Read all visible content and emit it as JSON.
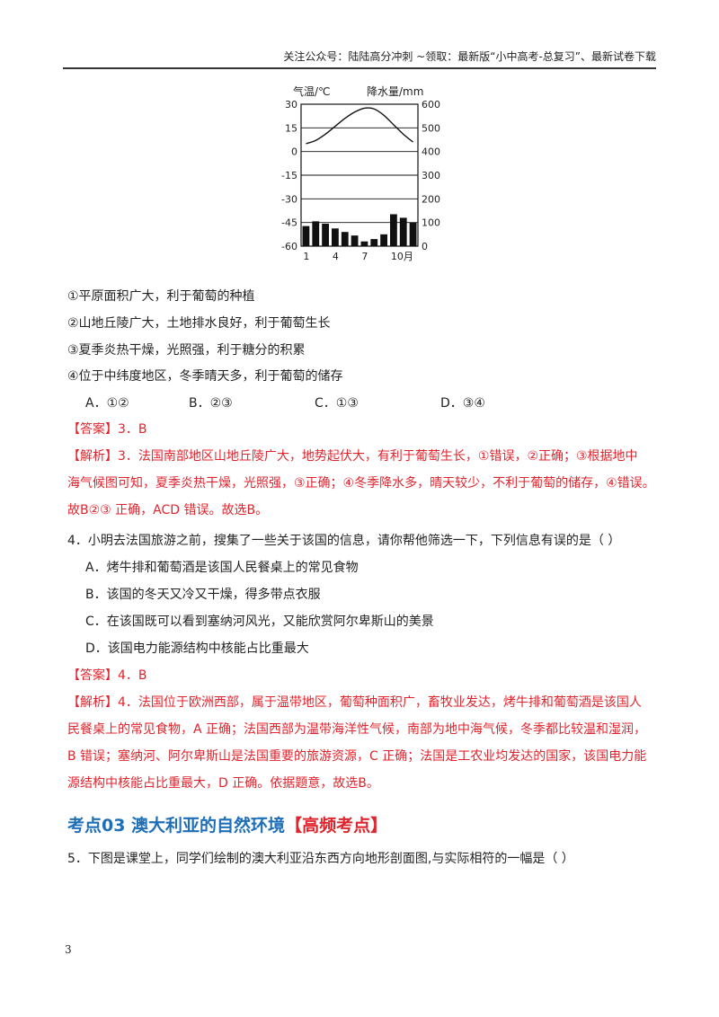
{
  "header": {
    "text": "关注公众号：陆陆高分冲刺 ~领取：最新版“小中高考-总复习”、最新试卷下载"
  },
  "chart_data": {
    "type": "bar+line",
    "left_axis_label": "气温/℃",
    "right_axis_label": "降水量/mm",
    "left_ticks": [
      30,
      15,
      0,
      -15,
      -30,
      -45,
      -60
    ],
    "right_ticks": [
      600,
      500,
      400,
      300,
      200,
      100,
      0
    ],
    "x_tick_labels": [
      "1",
      "4",
      "7",
      "10月"
    ],
    "ylim_temp": [
      -60,
      30
    ],
    "ylim_precip": [
      0,
      600
    ],
    "months": [
      1,
      2,
      3,
      4,
      5,
      6,
      7,
      8,
      9,
      10,
      11,
      12
    ],
    "temperature": [
      5,
      7,
      11,
      16,
      21,
      25,
      27.5,
      27,
      23,
      17,
      11,
      6
    ],
    "precipitation": [
      85,
      105,
      95,
      75,
      60,
      45,
      20,
      30,
      50,
      135,
      120,
      100
    ]
  },
  "q3": {
    "options": [
      "①平原面积广大，利于葡萄的种植",
      "②山地丘陵广大，土地排水良好，利于葡萄生长",
      "③夏季炎热干燥，光照强，利于糖分的积累",
      "④位于中纬度地区，冬季晴天多，利于葡萄的储存"
    ],
    "choices": [
      "A．①②",
      "B．②③",
      "C．①③",
      "D．③④"
    ],
    "answer": "【答案】3．B",
    "analysis": [
      "【解析】3．法国南部地区山地丘陵广大，地势起伏大，有利于葡萄生长，①错误，②正确；③根据地中",
      "海气候图可知，夏季炎热干燥，光照强，③正确；④冬季降水多，晴天较少，不利于葡萄的储存，④错误。",
      "故B②③ 正确，ACD 错误。故选B。"
    ]
  },
  "q4": {
    "stem": "4．小明去法国旅游之前，搜集了一些关于该国的信息，请你帮他筛选一下，下列信息有误的是（    ）",
    "choices": [
      "A．烤牛排和葡萄酒是该国人民餐桌上的常见食物",
      "B．该国的冬天又冷又干燥，得多带点衣服",
      "C．在该国既可以看到塞纳河风光，又能欣赏阿尔卑斯山的美景",
      "D．该国电力能源结构中核能占比重最大"
    ],
    "answer": "【答案】4．B",
    "analysis": [
      "【解析】4．法国位于欧洲西部，属于温带地区，葡萄种面积广，畜牧业发达，烤牛排和葡萄酒是该国人",
      "民餐桌上的常见食物，A 正确；法国西部为温带海洋性气候，南部为地中海气候，冬季都比较温和湿润，",
      "B 错误；塞纳河、阿尔卑斯山是法国重要的旅游资源，C 正确；法国是工农业均发达的国家，该国电力能",
      "源结构中核能占比重最大，D 正确。依据题意，故选B。"
    ]
  },
  "section": {
    "title": "考点03  澳大利亚的自然环境",
    "tag": "【高频考点】"
  },
  "q5": {
    "stem": "5．下图是课堂上，同学们绘制的澳大利亚沿东西方向地形剖面图,与实际相符的一幅是（    ）"
  },
  "page_number": "3"
}
